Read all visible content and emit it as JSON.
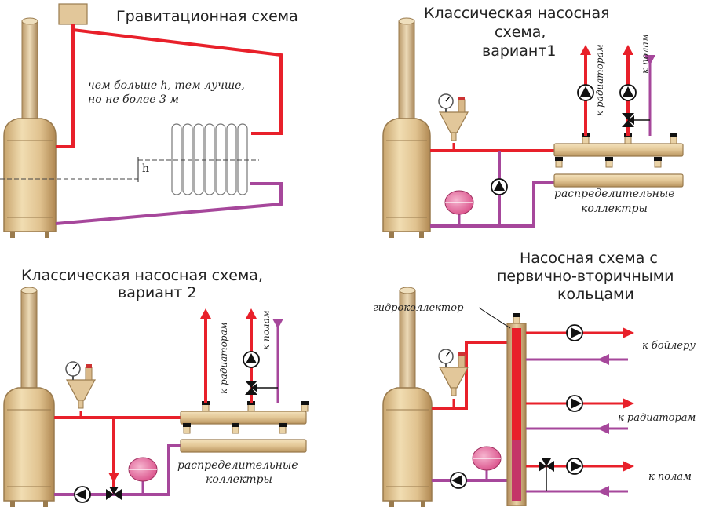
{
  "titles": {
    "gravity": "Гравитационная схема",
    "classic1_line1": "Классическая насосная",
    "classic1_line2": "схема,",
    "classic1_line3": "вариант1",
    "classic2_line1": "Классическая насосная схема,",
    "classic2_line2": "вариант 2",
    "primary_line1": "Насосная схема с",
    "primary_line2": "первично-вторичными",
    "primary_line3": "кольцами"
  },
  "notes": {
    "height_line1": "чем больше h, тем лучше,",
    "height_line2": "но не более 3 м",
    "h": "h",
    "to_radiators": "к радиаторам",
    "to_floors": "к полам",
    "collectors_line1": "распределительные",
    "collectors_line2": "коллектры",
    "hydro": "гидроколлектор",
    "to_boiler": "к бойлеру",
    "to_radiators_h": "к радиаторам",
    "to_floors_h": "к полам"
  },
  "colors": {
    "supply": "#e8202a",
    "return": "#a6479b",
    "equipment": "#e2c79a",
    "equipment_edge": "#9a7b4e",
    "expansion_tank": "#e7669a"
  }
}
